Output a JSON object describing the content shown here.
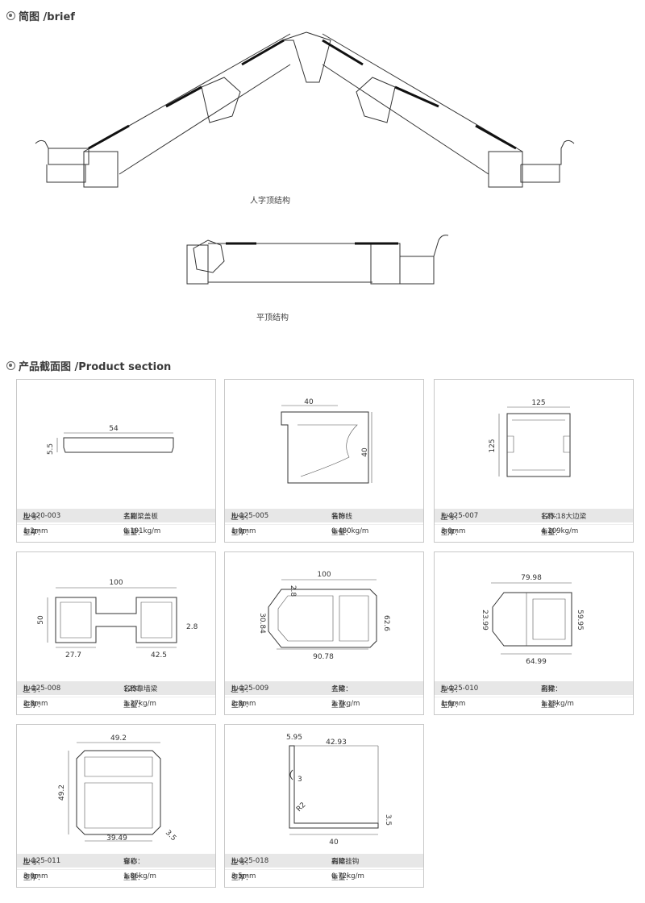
{
  "brief": {
    "title": "简图 /brief"
  },
  "diagrams": {
    "roof_caption": "人字顶结构",
    "flat_caption": "平顶结构"
  },
  "section": {
    "title": "产品截面图 /Product section"
  },
  "labels": {
    "model": "型号：",
    "name": "名称：",
    "thick": "壁厚：",
    "weight": "重量："
  },
  "products": [
    {
      "model": "JL-120-003",
      "name": "主副梁盖板",
      "thickness": "1.2mm",
      "weight": "0.191kg/m",
      "dims": [
        "54",
        "5.5"
      ]
    },
    {
      "model": "JL-125-005",
      "name": "装饰线",
      "thickness": "1.0mm",
      "weight": "0.480kg/m",
      "dims": [
        "40",
        "40"
      ]
    },
    {
      "model": "JL-125-007",
      "name": "125-18大边梁",
      "thickness": "3.0mm",
      "weight": "4.209kg/m",
      "dims": [
        "125",
        "125"
      ]
    },
    {
      "model": "JL-125-008",
      "name": "125靠墙梁",
      "thickness": "2.8mm",
      "weight": "3.27kg/m",
      "dims": [
        "100",
        "50",
        "2.8",
        "27.7",
        "42.5"
      ]
    },
    {
      "model": "JL-125-009",
      "name": "主梁",
      "thickness": "2.8mm",
      "weight": "2.7kg/m",
      "dims": [
        "100",
        "2.8",
        "30.84",
        "62.6",
        "90.78"
      ]
    },
    {
      "model": "JL-125-010",
      "name": "副梁",
      "thickness": "1.6mm",
      "weight": "1.23kg/m",
      "dims": [
        "79.98",
        "23.99",
        "59.95",
        "64.99"
      ]
    },
    {
      "model": "JL-125-011",
      "name": "穿心",
      "thickness": "3.0mm",
      "weight": "1.86kg/m",
      "dims": [
        "49.2",
        "49.2",
        "39.49",
        "3.5"
      ]
    },
    {
      "model": "JL-125-018",
      "name": "副梁挂钩",
      "thickness": "3.5mm",
      "weight": "0.72kg/m",
      "dims": [
        "5.95",
        "42.93",
        "3",
        "R2",
        "3.5",
        "40"
      ]
    }
  ]
}
